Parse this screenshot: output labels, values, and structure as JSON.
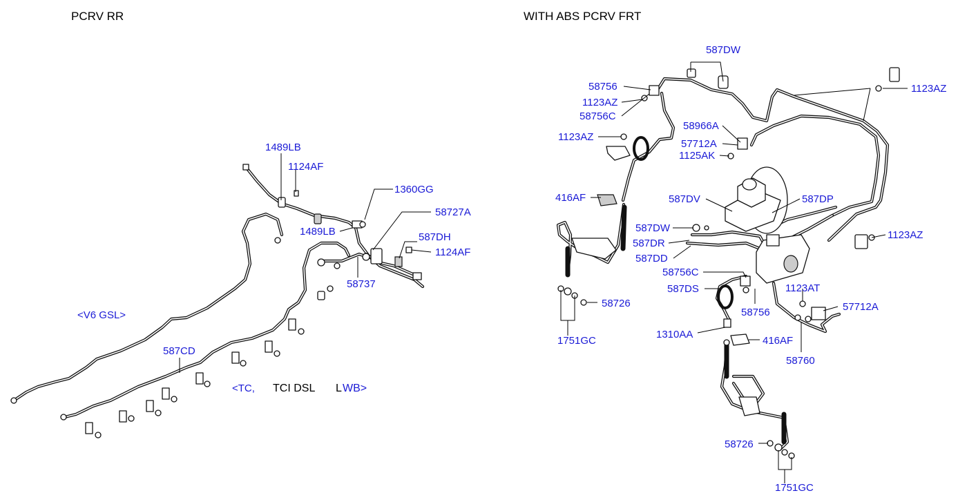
{
  "sections": {
    "left_title": "PCRV RR",
    "right_title": "WITH ABS PCRV FRT"
  },
  "variants": {
    "v6_gsl": "<V6 GSL>",
    "tc_open": "<TC,",
    "tci_dsl": "TCI DSL",
    "lwb_l": "L",
    "lwb_rest": "WB>"
  },
  "labels_left": {
    "l1489LB_top": "1489LB",
    "l1124AF_top": "1124AF",
    "l1360GG": "1360GG",
    "l58727A": "58727A",
    "l1489LB_mid": "1489LB",
    "l587DH": "587DH",
    "l1124AF_mid": "1124AF",
    "l58737": "58737",
    "l587CD": "587CD"
  },
  "labels_right": {
    "l587DW_top": "587DW",
    "l58756_top": "58756",
    "l1123AZ_a": "1123AZ",
    "l58756C_top": "58756C",
    "l1123AZ_b": "1123AZ",
    "l58966A": "58966A",
    "l57712A_top": "57712A",
    "l1125AK": "1125AK",
    "l1123AZ_tr": "1123AZ",
    "l416AF_top": "416AF",
    "l587DV": "587DV",
    "l587DP": "587DP",
    "l587DW_mid": "587DW",
    "l587DR": "587DR",
    "l587DD": "587DD",
    "l1123AZ_r": "1123AZ",
    "l58756C_mid": "58756C",
    "l587DS": "587DS",
    "l1123AT": "1123AT",
    "l58756_mid": "58756",
    "l57712A_r": "57712A",
    "l58726_l": "58726",
    "l1751GC_l": "1751GC",
    "l1310AA": "1310AA",
    "l416AF_bot": "416AF",
    "l58760": "58760",
    "l58726_b": "58726",
    "l1751GC_b": "1751GC"
  },
  "colors": {
    "label_blue": "#1a1ad6",
    "title_black": "#000000",
    "line_black": "#111111"
  }
}
